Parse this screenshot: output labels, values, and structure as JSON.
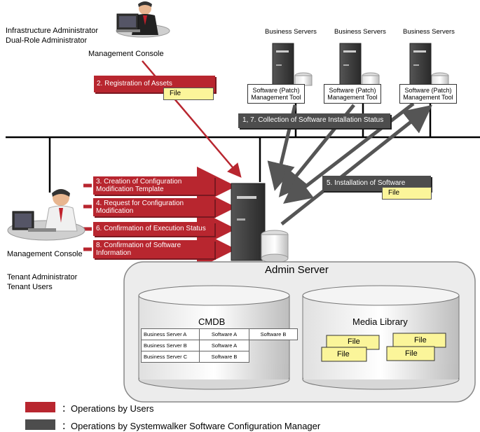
{
  "admins": {
    "line1": "Infrastructure Administrator",
    "line2": "Dual-Role Administrator",
    "console_label": "Management Console"
  },
  "tenants": {
    "line1": "Tenant Administrator",
    "line2": "Tenant Users",
    "console_label": "Management Console"
  },
  "business_servers": [
    {
      "label": "Business Servers",
      "tool_line1": "Software (Patch)",
      "tool_line2": "Management Tool"
    },
    {
      "label": "Business Servers",
      "tool_line1": "Software (Patch)",
      "tool_line2": "Management Tool"
    },
    {
      "label": "Business Servers",
      "tool_line1": "Software (Patch)",
      "tool_line2": "Management Tool"
    }
  ],
  "operations": {
    "registration": "2. Registration of Assets",
    "registration_file": "File",
    "collection": "1, 7. Collection of Software Installation Status",
    "installation": "5. Installation of Software",
    "installation_file": "File",
    "creation_line1": "3. Creation of Configuration",
    "creation_line2": "Modification Template",
    "request_line1": "4. Request for Configuration",
    "request_line2": "Modification",
    "confirm_exec": "6. Confirmation of Execution Status",
    "confirm_sw_line1": "8. Confirmation of Software",
    "confirm_sw_line2": "Information"
  },
  "admin_server": {
    "title": "Admin Server",
    "cmdb_title": "CMDB",
    "cmdb_rows": [
      [
        "Business Server A",
        "Software A",
        "Software B"
      ],
      [
        "Business Server B",
        "Software A",
        ""
      ],
      [
        "Business Server C",
        "Software B",
        ""
      ]
    ],
    "media_title": "Media Library",
    "media_files": [
      "File",
      "File",
      "File",
      "File"
    ]
  },
  "legend": {
    "users": "：Operations by Users",
    "system": "：Operations by Systemwalker Software Configuration Manager"
  },
  "colors": {
    "user_ops": "#b8262f",
    "system_ops": "#4d4d4d",
    "file": "#fbf59a"
  }
}
